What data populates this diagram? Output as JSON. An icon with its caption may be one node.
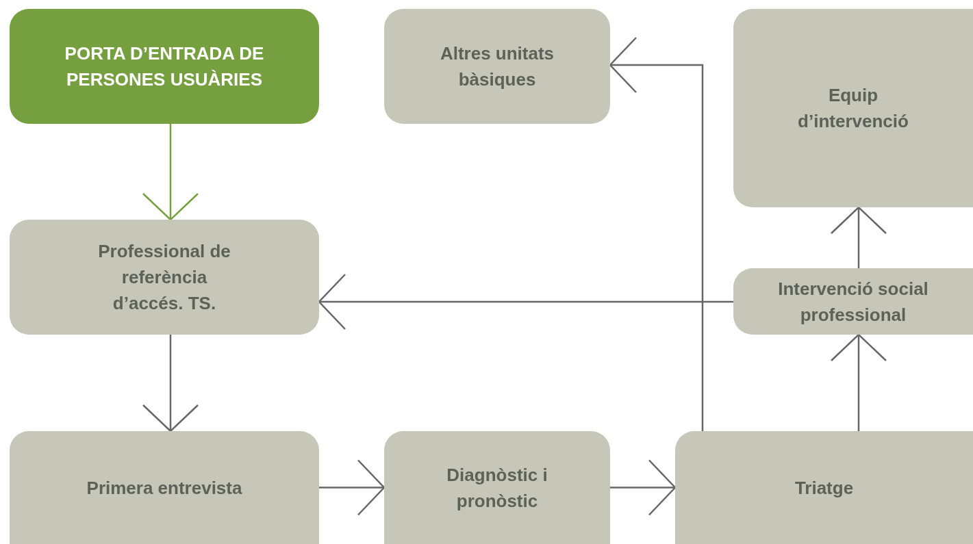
{
  "diagram": {
    "nodes": [
      {
        "text": [
          "PORTA D’ENTRADA DE PERSONES USUÀRIES"
        ]
      },
      {
        "text": [
          "Altres unitats bàsiques"
        ]
      },
      {
        "text": [
          "Equip d’intervenció"
        ]
      },
      {
        "text": [
          "Professional de referència d’accés. TS."
        ]
      },
      {
        "text": [
          "Intervenció social professional"
        ]
      },
      {
        "text": [
          "Primera entrevista"
        ]
      },
      {
        "text": [
          "Diagnòstic i pronòstic"
        ]
      },
      {
        "text": [
          "Triatge"
        ]
      }
    ],
    "edges": [
      {
        "from": 0,
        "to": 3,
        "arrow": "to",
        "color": "#76a03f"
      },
      {
        "from": 3,
        "to": 5,
        "arrow": "to"
      },
      {
        "from": 5,
        "to": 6,
        "arrow": "to"
      },
      {
        "from": 6,
        "to": 7,
        "arrow": "to"
      },
      {
        "from": 7,
        "to": 4,
        "arrow": "to"
      },
      {
        "from": 4,
        "to": 2,
        "arrow": "to"
      },
      {
        "from": 7,
        "to": 1,
        "arrow": "to"
      },
      {
        "from": 4,
        "to": 3,
        "arrow": "to"
      }
    ]
  }
}
